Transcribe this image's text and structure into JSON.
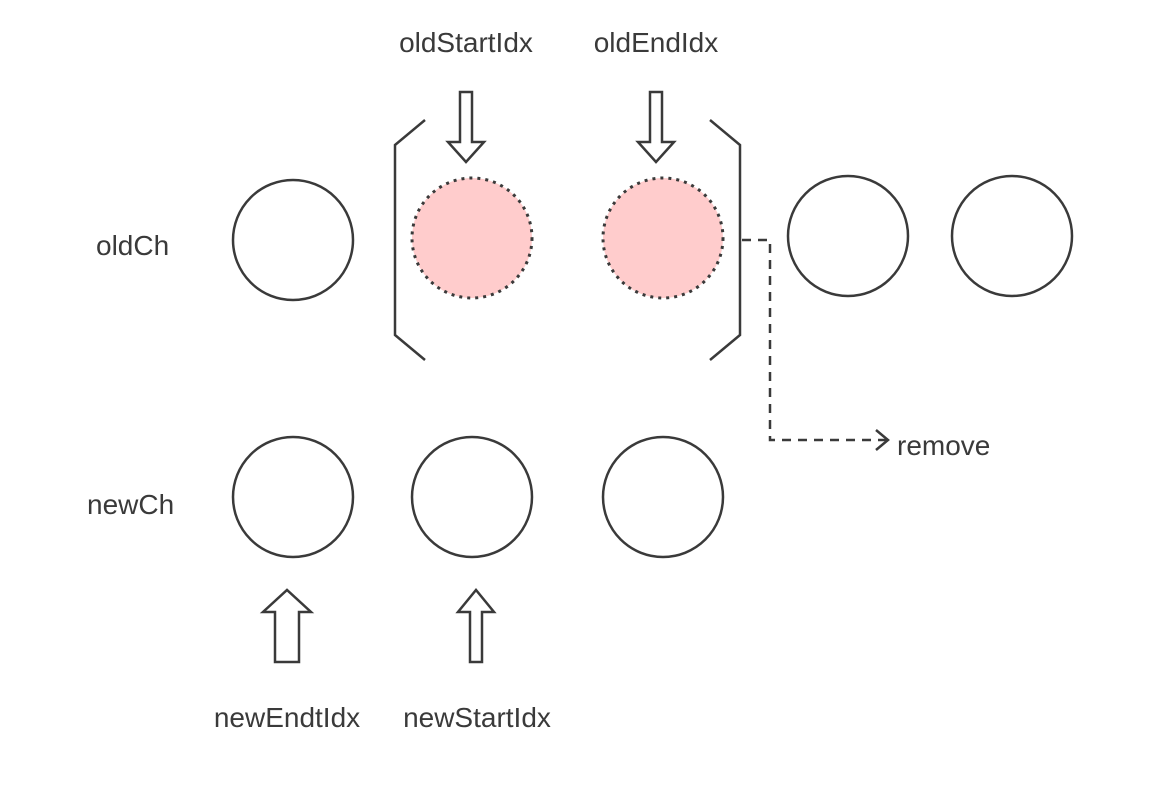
{
  "labels": {
    "old_start_idx": "oldStartIdx",
    "old_end_idx": "oldEndIdx",
    "old_ch": "oldCh",
    "new_ch": "newCh",
    "new_end_idx": "newEndtIdx",
    "new_start_idx": "newStartIdx",
    "remove": "remove"
  },
  "colors": {
    "stroke": "#3a3a3a",
    "highlight_fill": "#ffcccc",
    "text": "#3a3a3a"
  }
}
